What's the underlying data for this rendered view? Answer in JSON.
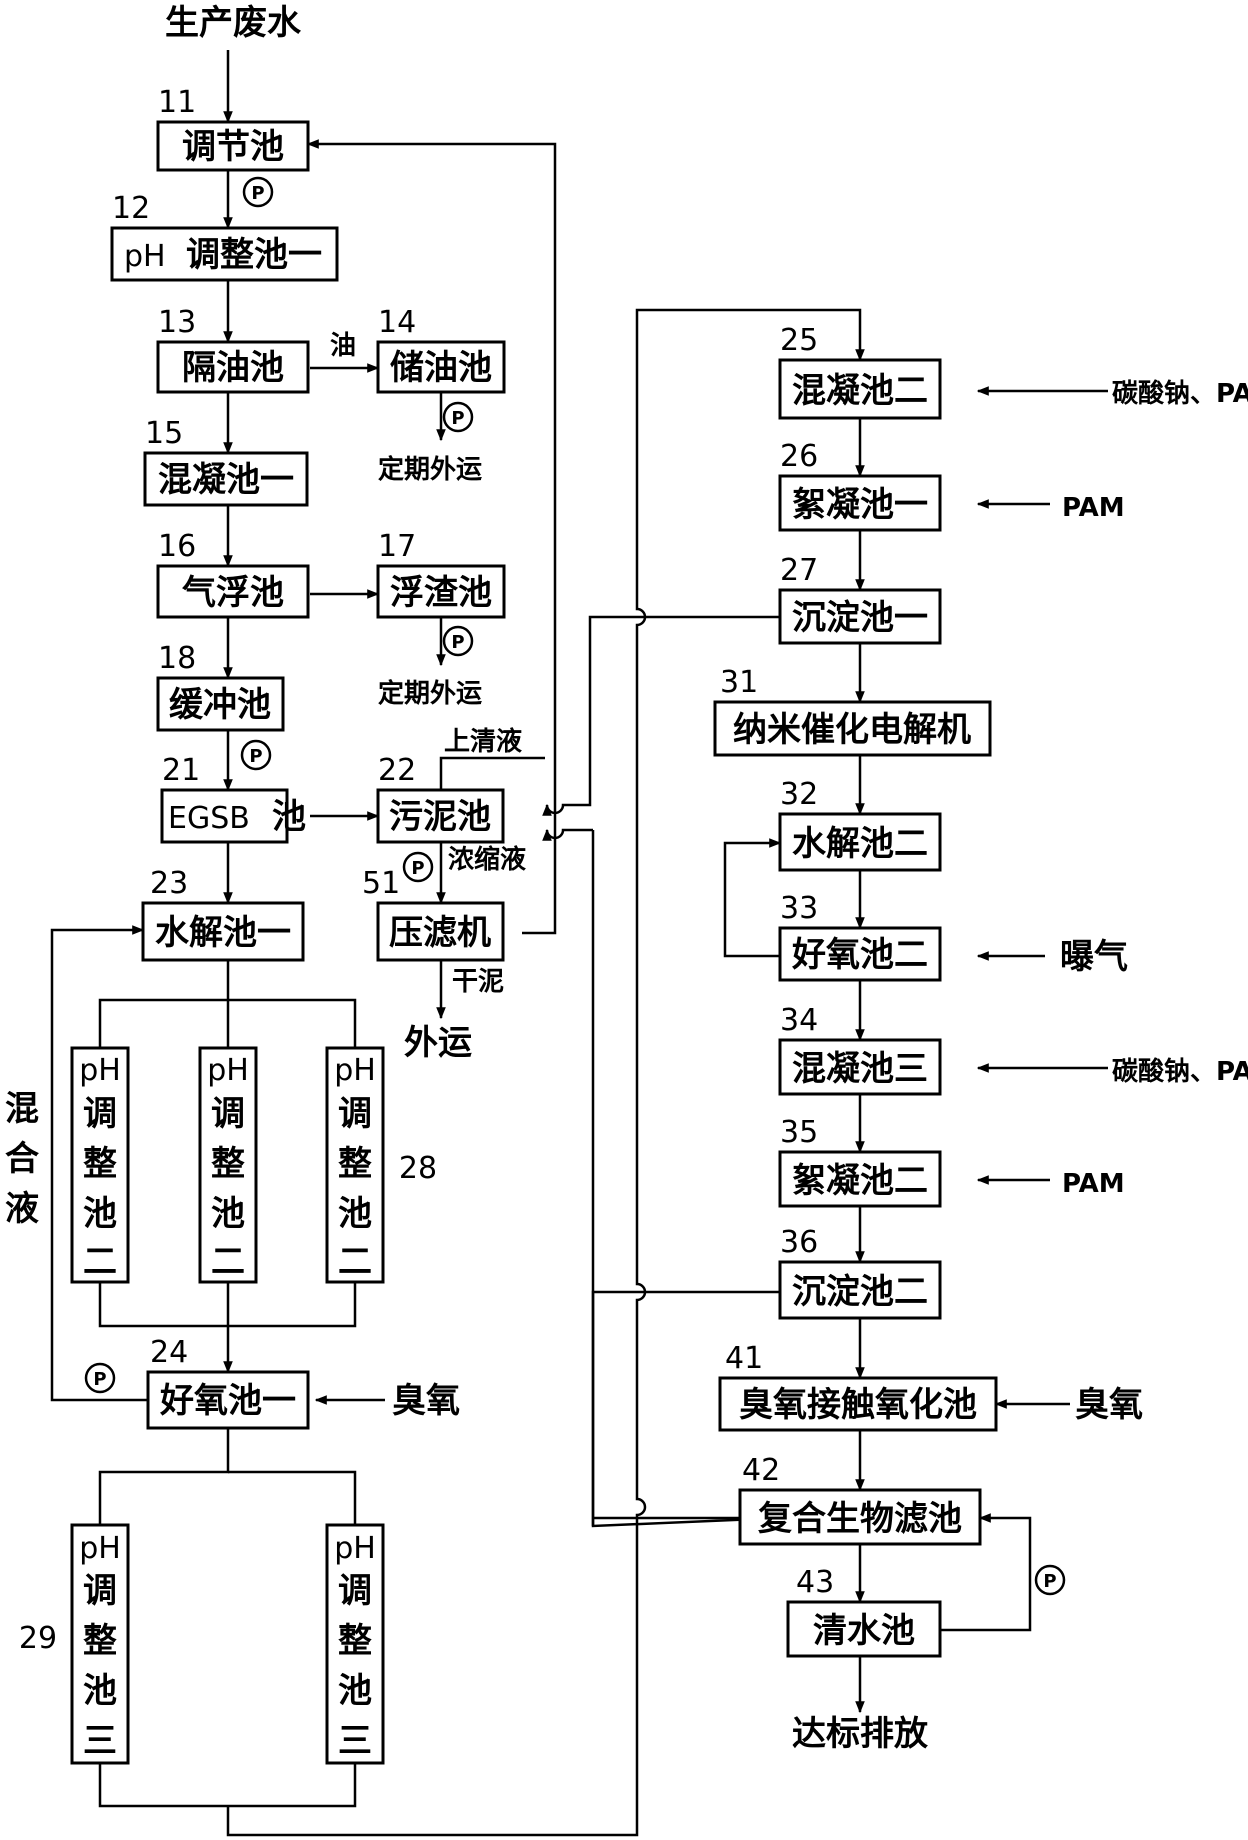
{
  "title": "生产废水",
  "pump_symbol": "P",
  "boxes": {
    "b11": {
      "num": "11",
      "label": "调节池"
    },
    "b12": {
      "num": "12",
      "label_ph": "pH",
      "label": "调整池一"
    },
    "b13": {
      "num": "13",
      "label": "隔油池"
    },
    "b14": {
      "num": "14",
      "label": "储油池"
    },
    "b15": {
      "num": "15",
      "label": "混凝池一"
    },
    "b16": {
      "num": "16",
      "label": "气浮池"
    },
    "b17": {
      "num": "17",
      "label": "浮渣池"
    },
    "b18": {
      "num": "18",
      "label": "缓冲池"
    },
    "b21": {
      "num": "21",
      "label_ph": "EGSB",
      "label": "池"
    },
    "b22": {
      "num": "22",
      "label": "污泥池"
    },
    "b23": {
      "num": "23",
      "label": "水解池一"
    },
    "b24": {
      "num": "24",
      "label": "好氧池一"
    },
    "b51": {
      "num": "51",
      "label": "压滤机"
    },
    "b25": {
      "num": "25",
      "label": "混凝池二"
    },
    "b26": {
      "num": "26",
      "label": "絮凝池一"
    },
    "b27": {
      "num": "27",
      "label": "沉淀池一"
    },
    "b31": {
      "num": "31",
      "label": "纳米催化电解机"
    },
    "b32": {
      "num": "32",
      "label": "水解池二"
    },
    "b33": {
      "num": "33",
      "label": "好氧池二"
    },
    "b34": {
      "num": "34",
      "label": "混凝池三"
    },
    "b35": {
      "num": "35",
      "label": "絮凝池二"
    },
    "b36": {
      "num": "36",
      "label": "沉淀池二"
    },
    "b41": {
      "num": "41",
      "label": "臭氧接触氧化池"
    },
    "b42": {
      "num": "42",
      "label": "复合生物滤池"
    },
    "b43": {
      "num": "43",
      "label": "清水池"
    }
  },
  "tanks28": {
    "num": "28",
    "ph": "pH",
    "chars": [
      "调",
      "整",
      "池",
      "二"
    ]
  },
  "tanks29": {
    "num": "29",
    "ph": "pH",
    "chars": [
      "调",
      "整",
      "池",
      "三"
    ]
  },
  "notes": {
    "oil": "油",
    "periodic1": "定期外运",
    "periodic2": "定期外运",
    "supernatant": "上清液",
    "concentrate": "浓缩液",
    "dry_sludge": "干泥",
    "ship_out": "外运",
    "mixed": [
      "混",
      "合",
      "液"
    ],
    "ozone1": "臭氧",
    "ozone2": "臭氧",
    "aeration": "曝气",
    "reagent1": "碳酸钠、PAC",
    "reagent2": "PAM",
    "reagent3": "碳酸钠、PAC",
    "reagent4": "PAM",
    "discharge": "达标排放"
  }
}
